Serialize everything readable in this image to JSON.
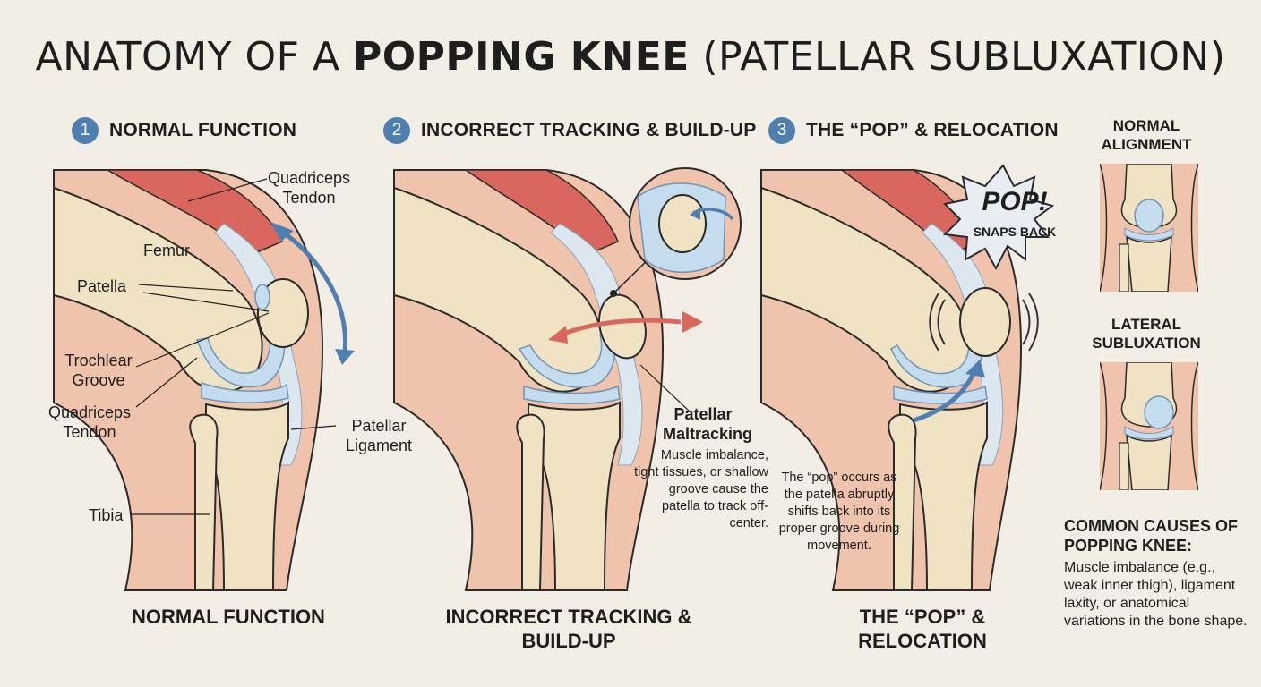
{
  "title": {
    "prefix": "ANATOMY OF A ",
    "bold": "POPPING KNEE",
    "suffix": " (PATELLAR SUBLUXATION)"
  },
  "steps": [
    {
      "num": "1",
      "label": "NORMAL FUNCTION",
      "caption": "NORMAL FUNCTION"
    },
    {
      "num": "2",
      "label": "INCORRECT TRACKING & BUILD-UP",
      "caption": "INCORRECT TRACKING & BUILD-UP"
    },
    {
      "num": "3",
      "label": "THE “POP” & RELOCATION",
      "caption": "THE “POP” & RELOCATION"
    }
  ],
  "panel1_labels": {
    "quadriceps_tendon_top": "Quadriceps Tendon",
    "femur": "Femur",
    "patella": "Patella",
    "trochlear_groove": "Trochlear Groove",
    "quadriceps_tendon_left": "Quadriceps Tendon",
    "patellar_ligament": "Patellar Ligament",
    "tibia": "Tibia"
  },
  "panel2_labels": {
    "maltracking_title": "Patellar Maltracking",
    "maltracking_desc": "Muscle imbalance, tight tissues, or shallow groove cause the patella to track off-center."
  },
  "panel3_labels": {
    "pop": "POP!",
    "snaps_back": "SNAPS BACK",
    "pop_desc": "The “pop” occurs as the patella abruptly shifts back into its proper groove during movement."
  },
  "side": {
    "normal_alignment": "NORMAL ALIGNMENT",
    "lateral_subluxation": "LATERAL SUBLUXATION"
  },
  "causes": {
    "heading": "COMMON CAUSES OF POPPING KNEE:",
    "text": "Muscle imbalance (e.g., weak inner thigh), ligament laxity, or anatomical variations in the bone shape."
  },
  "colors": {
    "background": "#f3eee5",
    "skin": "#f0c3ad",
    "bone": "#efe3c4",
    "cartilage": "#c5dcee",
    "muscle": "#d9675d",
    "arrow_blue": "#4f7fb1",
    "arrow_red": "#d9675d"
  }
}
